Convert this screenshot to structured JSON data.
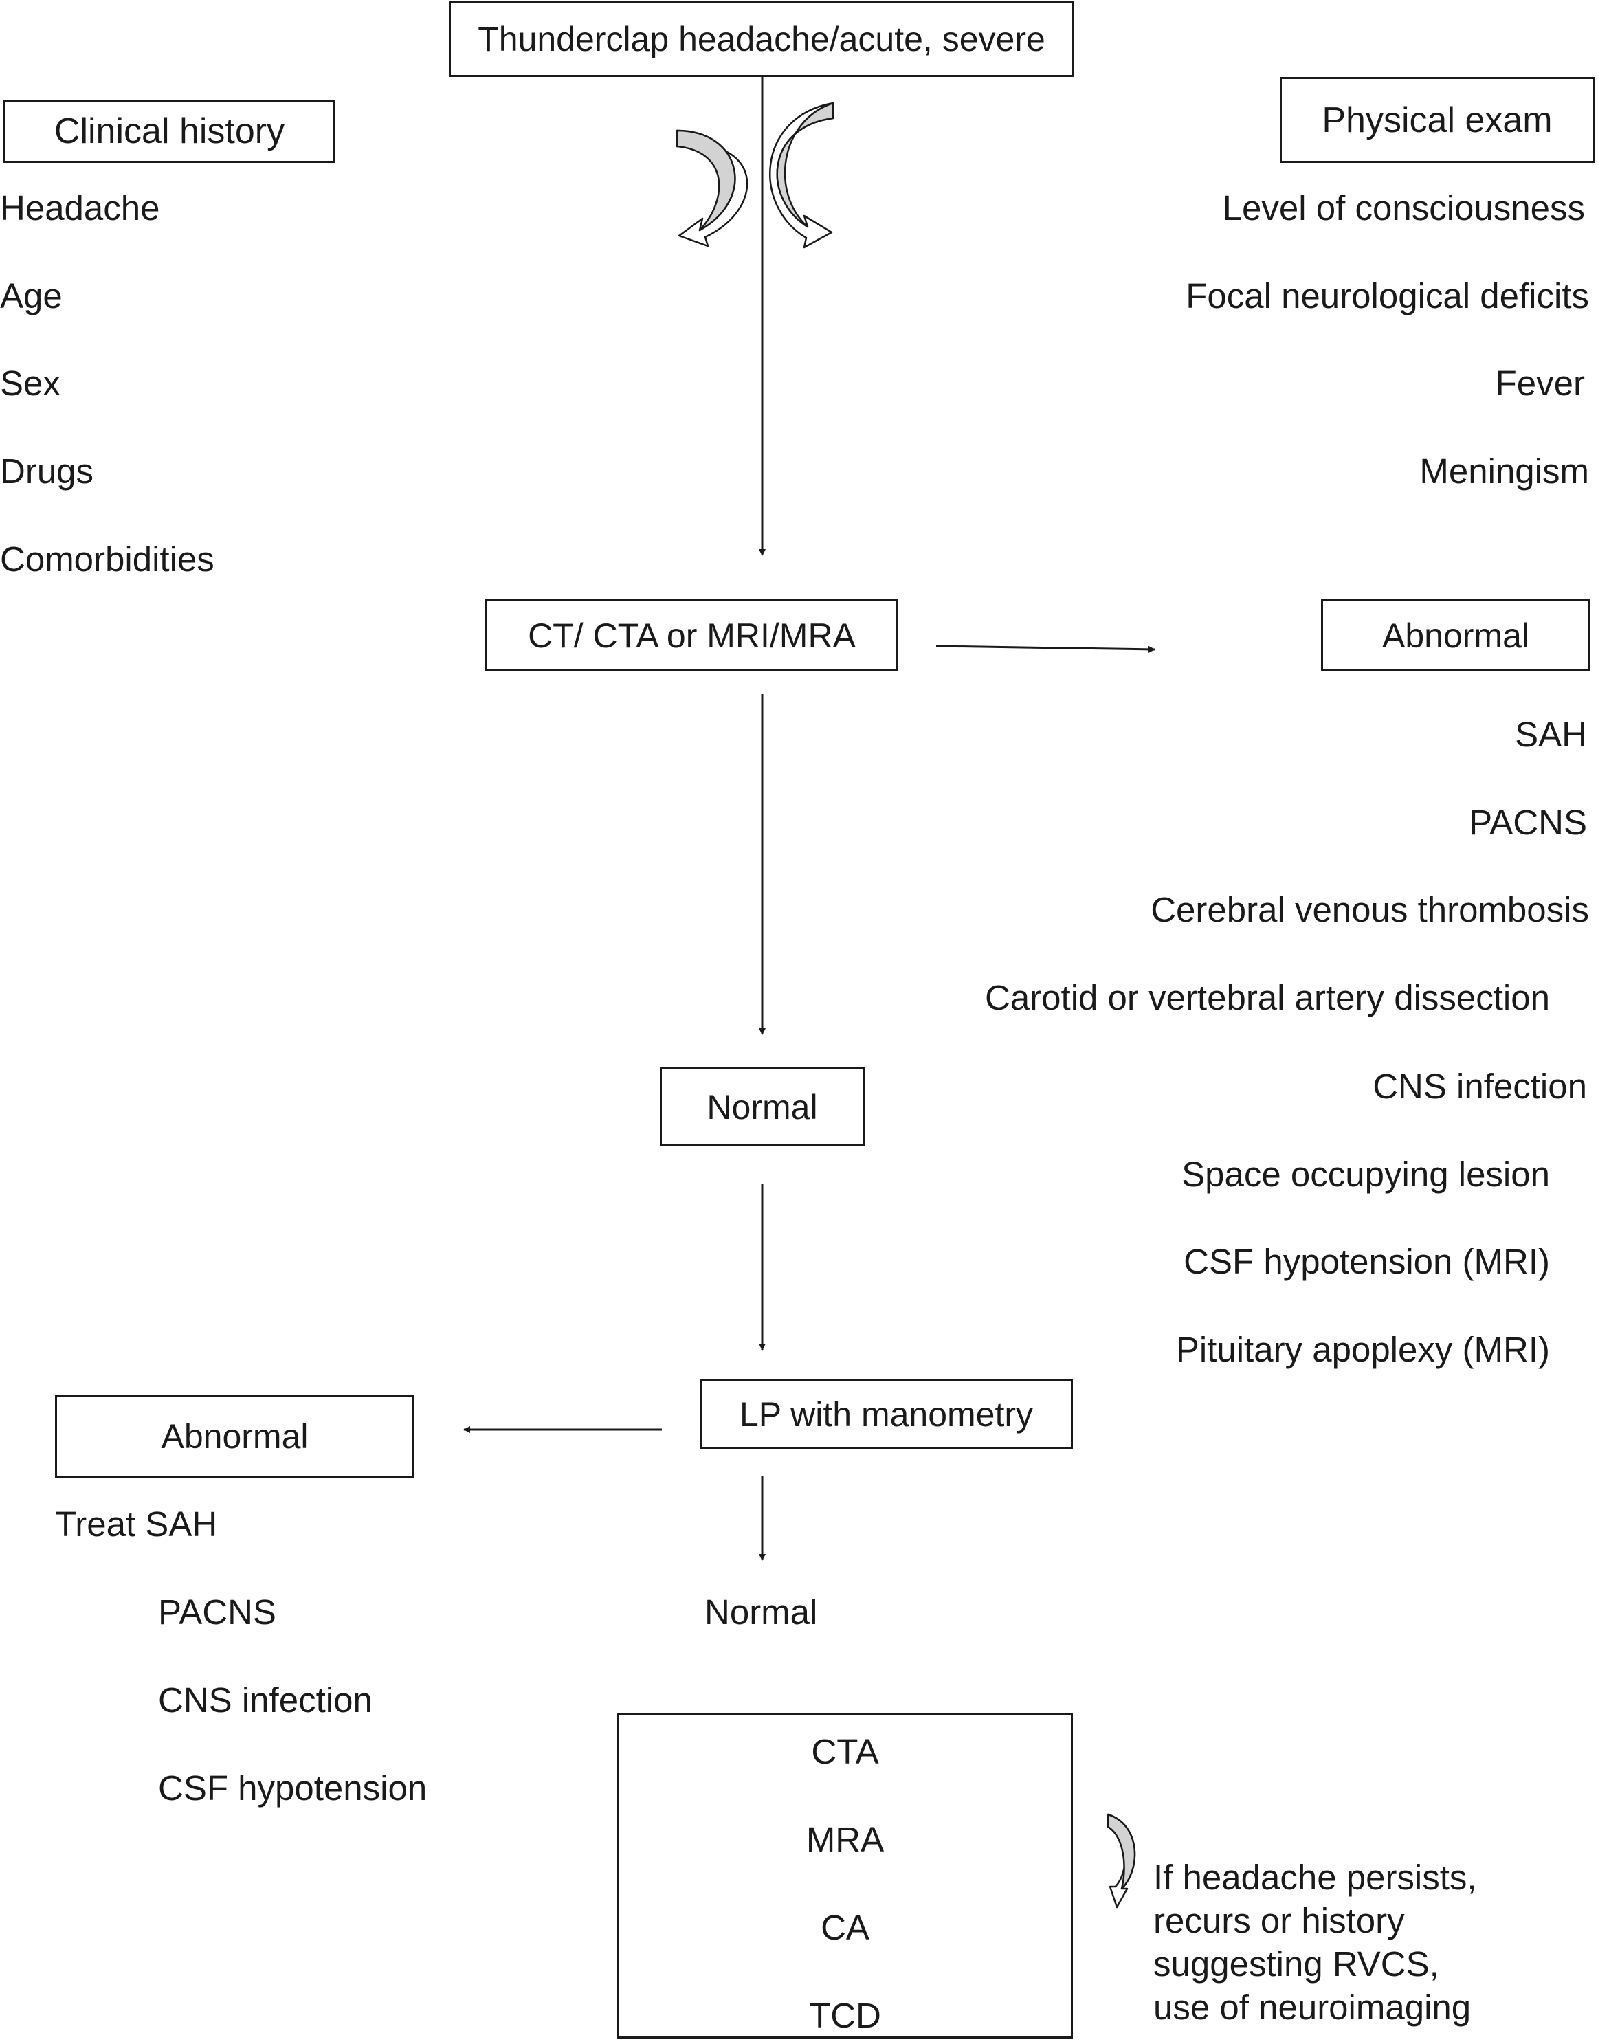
{
  "start": {
    "label": "Thunderclap headache/acute, severe"
  },
  "clinical_history": {
    "title": "Clinical history",
    "items": [
      "Headache",
      "Age",
      "Sex",
      "Drugs",
      "Comorbidities"
    ]
  },
  "physical_exam": {
    "title": "Physical exam",
    "items": [
      "Level of consciousness",
      "Focal neurological deficits",
      "Fever",
      "Meningism"
    ]
  },
  "imaging": {
    "label": "CT/ CTA or MRI/MRA"
  },
  "imaging_abnormal": {
    "title": "Abnormal",
    "items": [
      "SAH",
      "PACNS",
      "Cerebral venous thrombosis",
      "Carotid or vertebral artery dissection",
      "CNS infection",
      "Space occupying lesion",
      "CSF hypotension (MRI)",
      "Pituitary apoplexy (MRI)"
    ]
  },
  "imaging_normal": {
    "label": "Normal"
  },
  "lp": {
    "label": "LP with manometry"
  },
  "lp_abnormal": {
    "title": "Abnormal",
    "items": [
      "Treat SAH",
      "PACNS",
      "CNS infection",
      "CSF hypotension"
    ]
  },
  "lp_normal": {
    "label": "Normal"
  },
  "further_tests": {
    "items": [
      "CTA",
      "MRA",
      "CA",
      "TCD"
    ]
  },
  "persist_note": {
    "lines": [
      "If headache persists,",
      "recurs or history",
      "suggesting RVCS,",
      "use of neuroimaging"
    ]
  }
}
